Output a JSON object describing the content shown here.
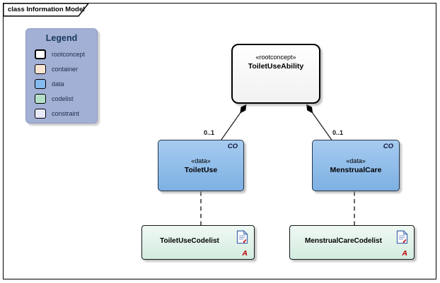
{
  "frame": {
    "label": "class Information Model"
  },
  "legend": {
    "title": "Legend",
    "items": [
      {
        "label": "rootconcept",
        "color": "#ffffff"
      },
      {
        "label": "container",
        "color": "#f9e5d2"
      },
      {
        "label": "data",
        "color": "#84bbec"
      },
      {
        "label": "codelist",
        "color": "#b4dfc8"
      },
      {
        "label": "constraint",
        "color": "#e9e9f9"
      }
    ]
  },
  "nodes": {
    "rootconcept": {
      "stereotype": "«rootconcept»",
      "name": "ToiletUseAbility"
    },
    "toilet_use": {
      "stereotype": "«data»",
      "name": "ToiletUse",
      "badge": "CO"
    },
    "menstrual_care": {
      "stereotype": "«data»",
      "name": "MenstrualCare",
      "badge": "CO"
    },
    "toilet_use_codelist": {
      "name": "ToiletUseCodelist",
      "marker": "A"
    },
    "menstrual_care_codelist": {
      "name": "MenstrualCareCodelist",
      "marker": "A"
    }
  },
  "connectors": {
    "left_multiplicity": "0..1",
    "right_multiplicity": "0..1"
  },
  "colors": {
    "legend_background": "#a3b0d5",
    "legend_title": "#17375e",
    "data_fill_top": "#a6cbf0",
    "data_fill_bottom": "#7db0e3",
    "codelist_fill_top": "#f0f9f4",
    "codelist_fill_bottom": "#d3ecdf",
    "rootconcept_fill": "#ffffff",
    "marker_red": "#c00000",
    "doc_icon_blue": "#4a6fb0"
  }
}
